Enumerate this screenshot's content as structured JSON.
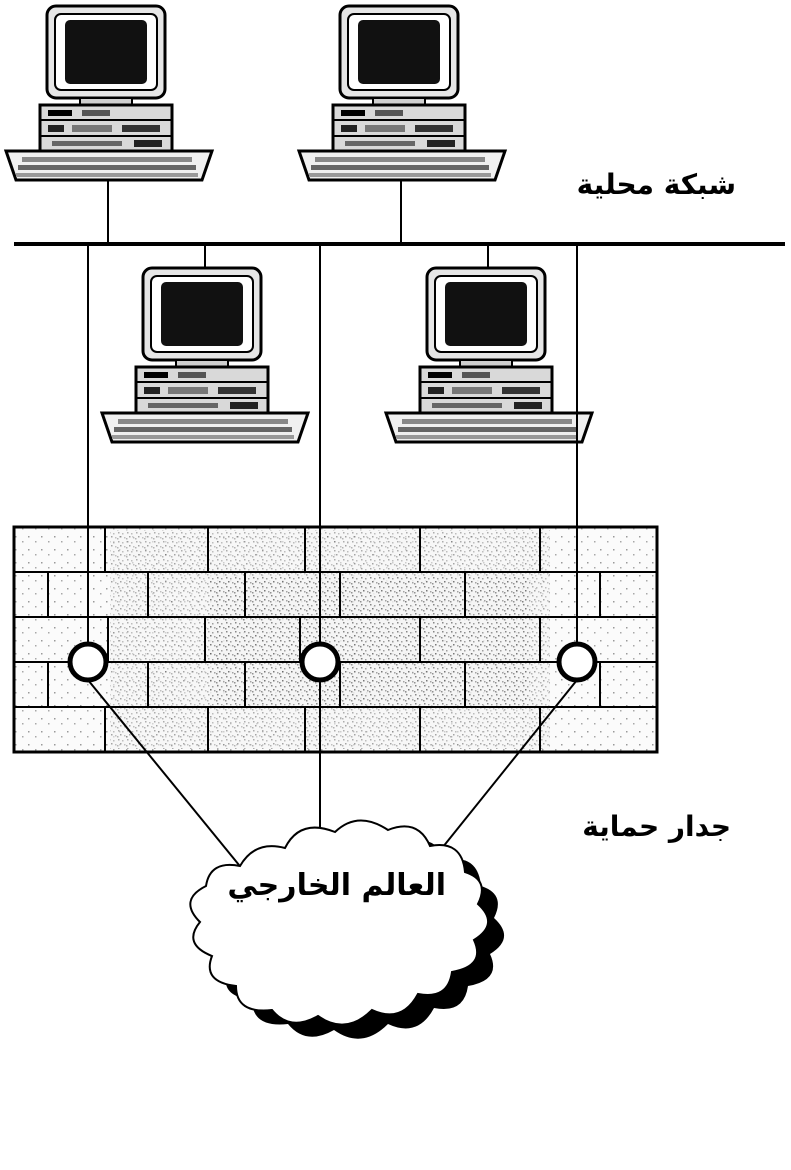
{
  "labels": {
    "lan": "شبكة محلية",
    "firewall": "جدار حماية",
    "external_world": "العالم الخارجي"
  },
  "nodes": {
    "computers": [
      {
        "id": "pc-top-left",
        "icon": "desktop-computer-icon"
      },
      {
        "id": "pc-top-right",
        "icon": "desktop-computer-icon"
      },
      {
        "id": "pc-bottom-left",
        "icon": "desktop-computer-icon"
      },
      {
        "id": "pc-bottom-right",
        "icon": "desktop-computer-icon"
      }
    ],
    "firewall": {
      "icon": "brick-wall-icon",
      "ports": 3
    },
    "cloud": {
      "icon": "cloud-icon"
    }
  },
  "colors": {
    "line": "#000000",
    "screen": "#111111",
    "brick_fill": "#f2f2f2",
    "cloud_shadow": "#000000"
  }
}
